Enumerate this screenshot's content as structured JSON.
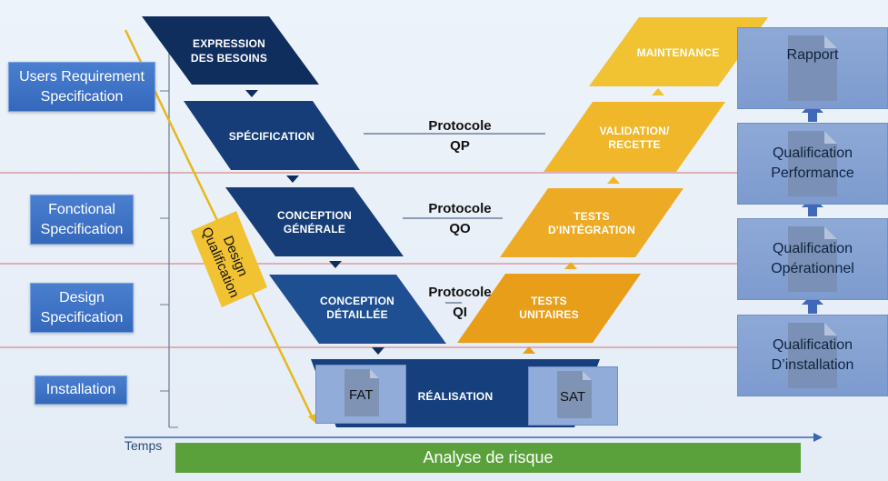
{
  "left_phases": [
    {
      "label": "Users Requirement Specification"
    },
    {
      "label": "Fonctional Specification"
    },
    {
      "label": "Design Specification"
    },
    {
      "label": "Installation"
    }
  ],
  "v_left": [
    {
      "line1": "EXPRESSION",
      "line2": "DES BESOINS"
    },
    {
      "line1": "SPÉCIFICATION",
      "line2": ""
    },
    {
      "line1": "CONCEPTION",
      "line2": "GÉNÉRALE"
    },
    {
      "line1": "CONCEPTION",
      "line2": "DÉTAILLÉE"
    }
  ],
  "v_bottom": {
    "label": "RÉALISATION"
  },
  "v_right": [
    {
      "line1": "MAINTENANCE",
      "line2": ""
    },
    {
      "line1": "VALIDATION/",
      "line2": "RECETTE"
    },
    {
      "line1": "TESTS",
      "line2": "D'INTÉGRATION"
    },
    {
      "line1": "TESTS",
      "line2": "UNITAIRES"
    }
  ],
  "protocols": [
    {
      "title": "Protocole",
      "code": "QP"
    },
    {
      "title": "Protocole",
      "code": "QO"
    },
    {
      "title": "Protocole",
      "code": "QI"
    }
  ],
  "design_qualification": {
    "line1": "Design",
    "line2": "Qualification"
  },
  "docs": {
    "fat": "FAT",
    "sat": "SAT"
  },
  "right_stack": [
    {
      "label": "Rapport"
    },
    {
      "label": "Qualification Performance"
    },
    {
      "label": "Qualification Opérationnel"
    },
    {
      "label": "Qualification D’installation"
    }
  ],
  "axis": {
    "time_label": "Temps"
  },
  "risk": {
    "label": "Analyse de risque"
  },
  "colors": {
    "navy": "#0f2e5e",
    "dark_blue": "#163d78",
    "mid_blue": "#1f4f93",
    "gold": "#f1c232",
    "orange": "#e99e1a",
    "phase_blue": "#3e73c4",
    "stack_blue": "#86a3d3",
    "green": "#5aa13b",
    "red_line": "#d9534f"
  }
}
